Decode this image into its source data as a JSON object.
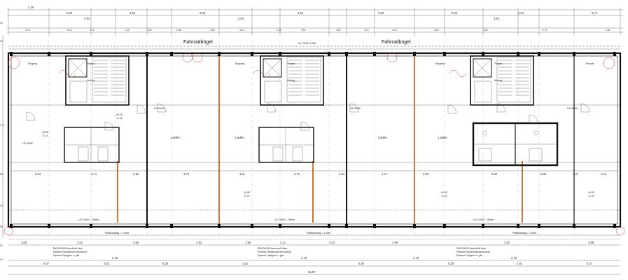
{
  "labels": {
    "fahrradbuegel_1": "Fahrradbügel",
    "fahrradbuegel_2": "Fahrradbügel",
    "canopy_note": "ca. 25,00 m NN",
    "total_dim_bottom": "52,67",
    "plattenbelag": "Plattenbelag = 1,00m",
    "rw_note_1": "RW DN100 Anschluß über",
    "rw_note_2": "Fallrohr-Randbordrohrschacht",
    "rw_note_3": "System Optigrün o. glw.",
    "entrance": "Eingang",
    "stair": "Treppe",
    "elevator": "Aufzug",
    "laden": "Laden",
    "technik": "Technik",
    "elevation_1": "±0,00",
    "elevation_2": "-0,14",
    "door_code": "UZ 40/60",
    "facade_note": "UZ 24/90 1. Steife"
  },
  "dims": {
    "top_row": [
      "4,30",
      "6,25",
      "2,94",
      "4,81",
      "6,35",
      "2,94",
      "4,81",
      "5,90",
      "6,35",
      "2,94",
      "4,81",
      "6,71"
    ],
    "second_row": [
      "3,15",
      "6,12",
      "2,72",
      "1,23",
      "3,15",
      "2,46",
      "2,50",
      "4,01",
      "1,23",
      "4,01",
      "3,16",
      "2,72",
      "4,13",
      "3,16",
      "1,23",
      "2,72",
      "2,01"
    ],
    "left_side": [
      "20",
      "40",
      "2,71",
      "60",
      "40",
      "80",
      "20",
      "40"
    ],
    "interior": [
      "6,84",
      "3,71",
      "2,92",
      "3,79",
      "4,11",
      "3,72",
      "2,84",
      "4,17",
      "3,99",
      "3,42",
      "2,83",
      "4,47",
      "4,51"
    ],
    "bottom_row_1": [
      "2,06",
      "2,52",
      "3,96",
      "2,92",
      "1,96",
      "3,21",
      "2,52",
      "3,96",
      "2,92",
      "2,98"
    ],
    "bottom_row_2": [
      "2,76",
      "2,76",
      "2,76",
      "2,76"
    ],
    "bottom_row_3": [
      "6,47",
      "4,81",
      "6,35",
      "4,81",
      "5,90",
      "6,35",
      "4,81",
      "6,47"
    ]
  },
  "colors": {
    "accent_wall": "#c8763a",
    "red_marks": "#c43a3a",
    "wall": "#111111"
  }
}
